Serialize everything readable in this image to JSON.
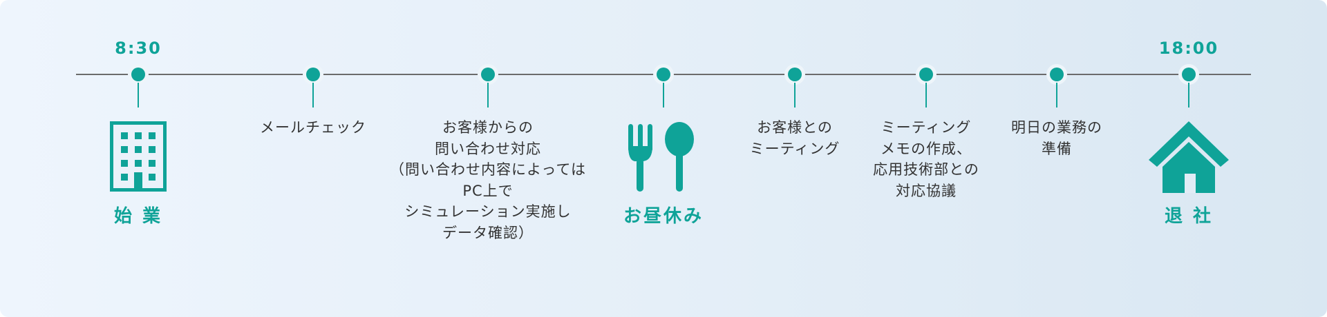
{
  "colors": {
    "accent": "#0fa398",
    "line": "#6b6b6b",
    "text": "#333333"
  },
  "timeline": {
    "start": {
      "time": "8:30",
      "label": "始 業",
      "icon": "office-building-icon"
    },
    "steps": [
      {
        "text": "メールチェック"
      },
      {
        "text": "お客様からの\n問い合わせ対応\n（問い合わせ内容によっては\nPC上で\nシミュレーション実施し\nデータ確認）"
      },
      {
        "text": "ミーティング\nメモの作成、\n応用技術部との\n対応協議"
      },
      {
        "text": "明日の業務の\n準備"
      }
    ],
    "lunch": {
      "label": "お昼休み",
      "icon": "fork-spoon-icon"
    },
    "meeting": {
      "text": "お客様との\nミーティング"
    },
    "end": {
      "time": "18:00",
      "label": "退 社",
      "icon": "house-icon"
    }
  }
}
